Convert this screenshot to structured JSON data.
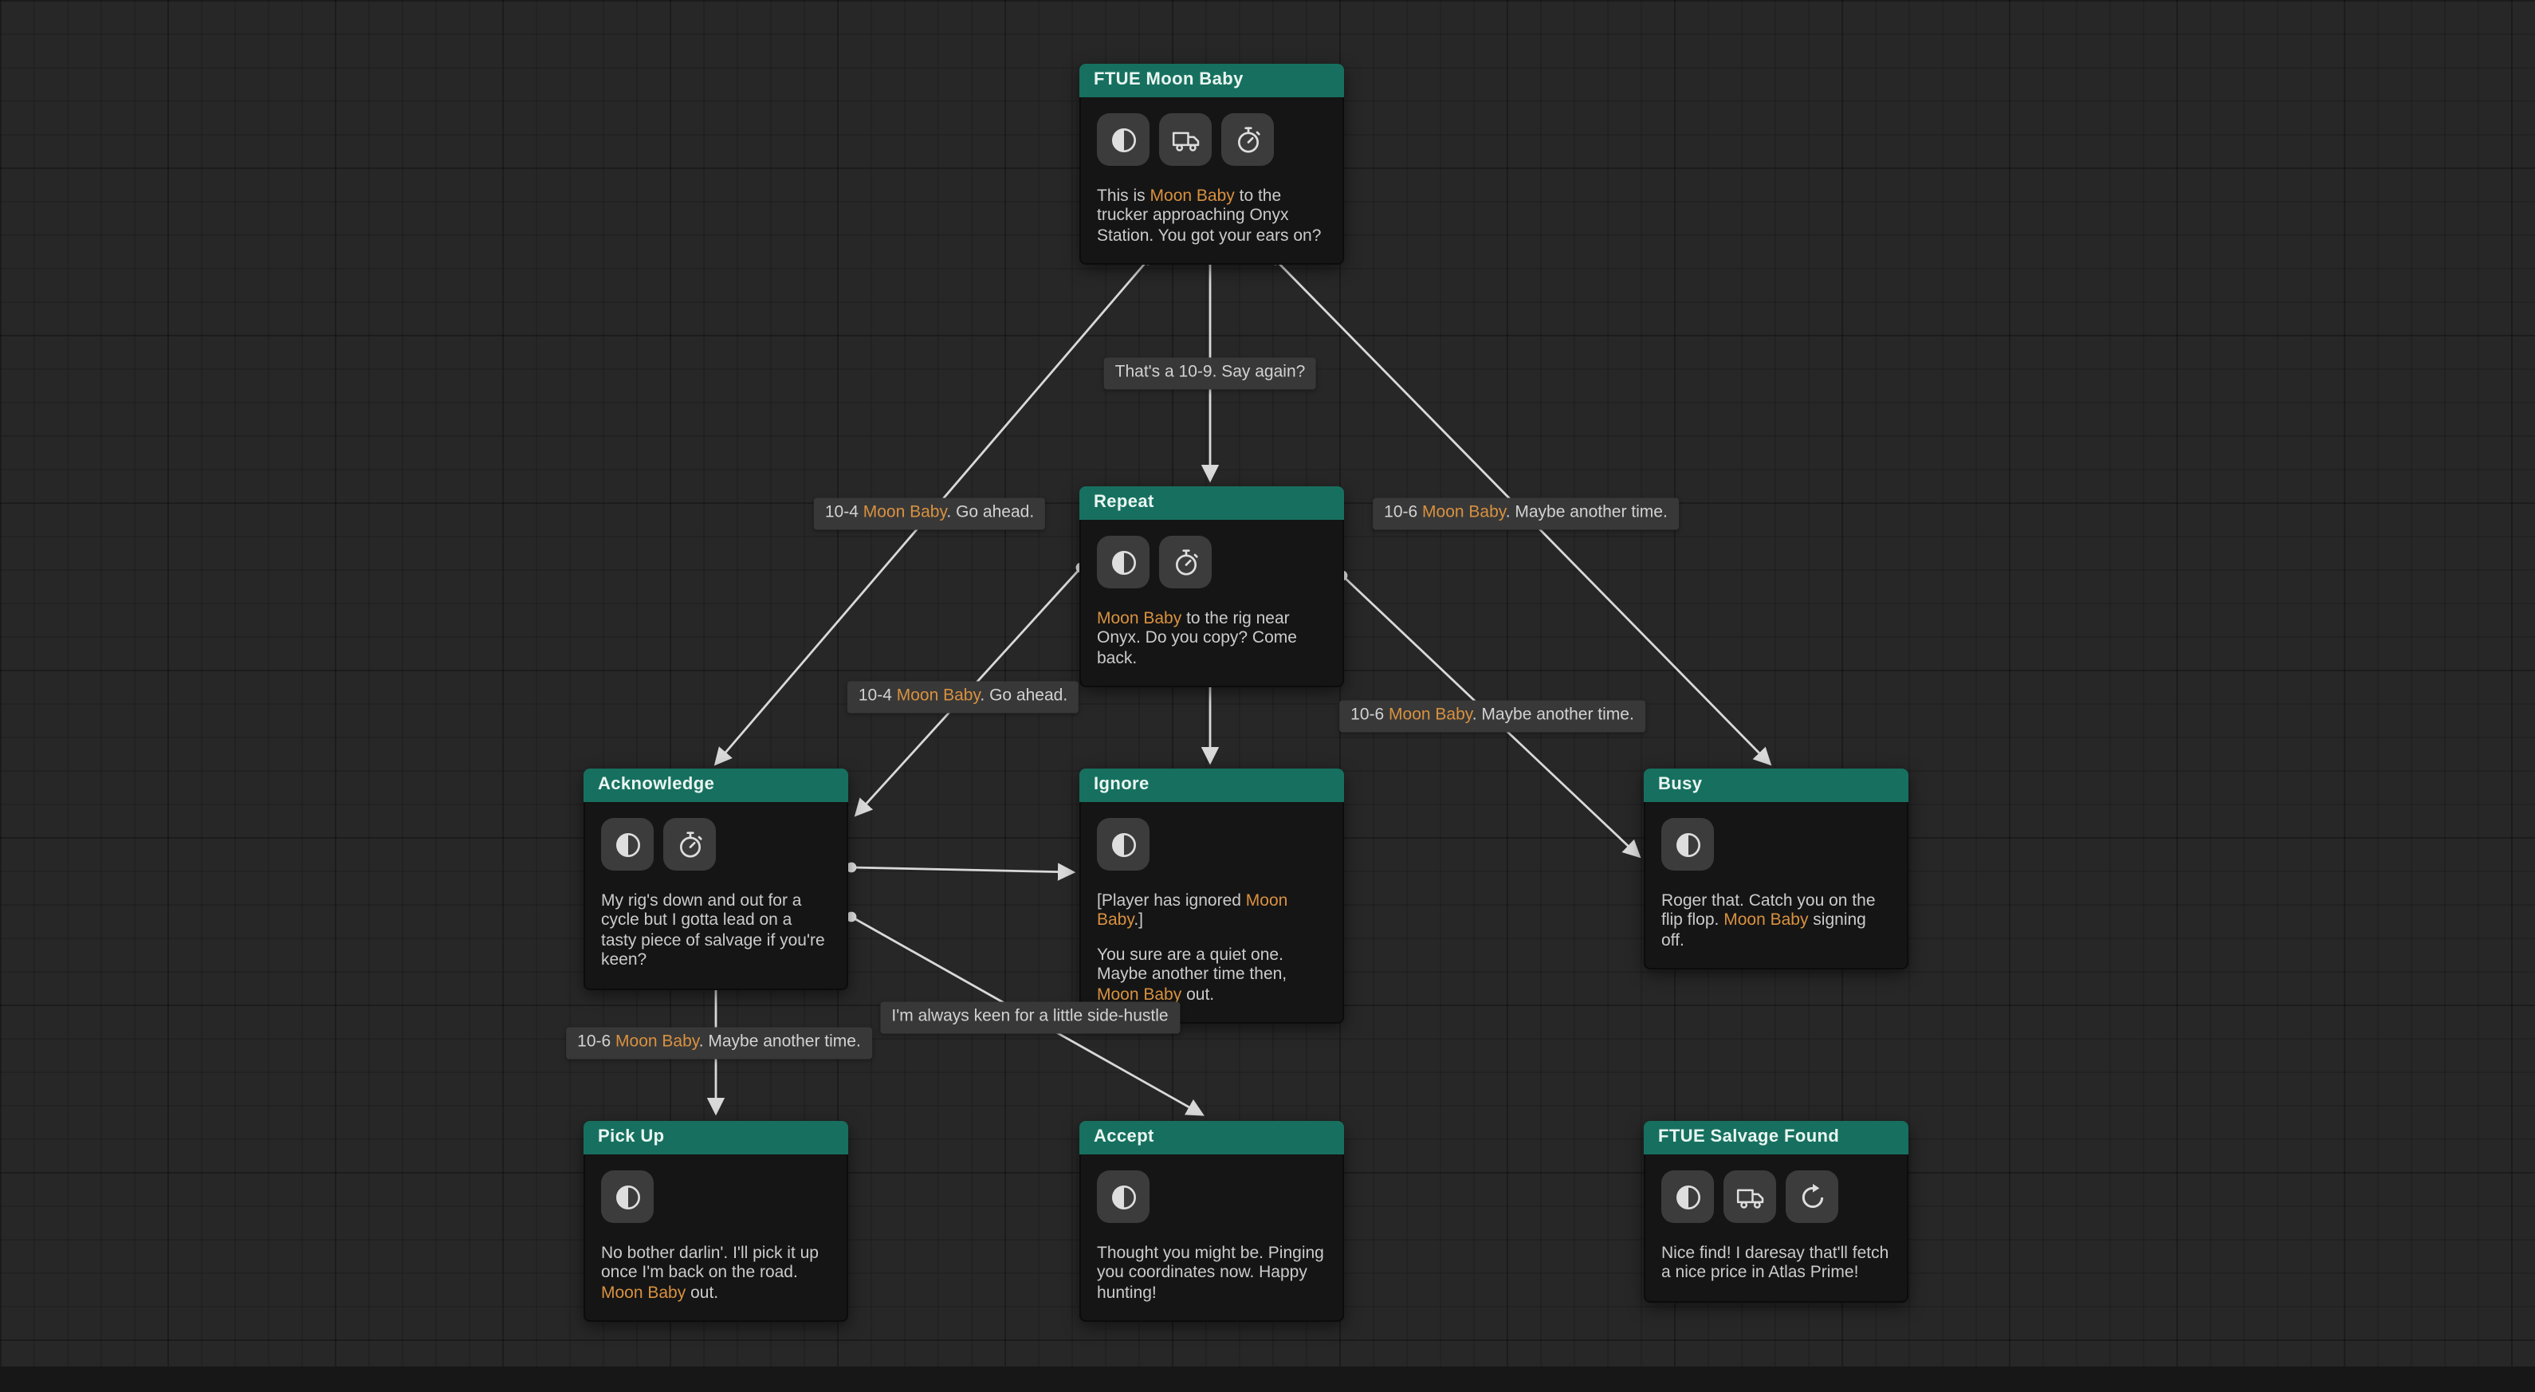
{
  "colors": {
    "background": "#272727",
    "node_header": "#17705f",
    "node_body": "#151515",
    "icon_tile": "#3c3c3c",
    "highlight": "#d9913f",
    "edge": "#d9d9d9",
    "label_bg": "#383838"
  },
  "nodes": [
    {
      "id": "ftue-moon-baby",
      "title": "FTUE Moon Baby",
      "icons": [
        "moon",
        "truck",
        "stopwatch"
      ],
      "paragraphs": [
        [
          {
            "t": "This is "
          },
          {
            "t": "Moon Baby",
            "hl": true
          },
          {
            "t": " to the trucker approaching Onyx Station. You got your ears on?"
          }
        ]
      ]
    },
    {
      "id": "repeat",
      "title": "Repeat",
      "icons": [
        "moon",
        "stopwatch"
      ],
      "paragraphs": [
        [
          {
            "t": "Moon Baby",
            "hl": true
          },
          {
            "t": " to the rig near Onyx. Do you copy? Come back."
          }
        ]
      ]
    },
    {
      "id": "acknowledge",
      "title": "Acknowledge",
      "icons": [
        "moon",
        "stopwatch"
      ],
      "paragraphs": [
        [
          {
            "t": "My rig's down and out for a cycle but I gotta lead on a tasty piece of salvage if you're keen?"
          }
        ]
      ]
    },
    {
      "id": "ignore",
      "title": "Ignore",
      "icons": [
        "moon"
      ],
      "paragraphs": [
        [
          {
            "t": "[Player has ignored "
          },
          {
            "t": "Moon Baby",
            "hl": true
          },
          {
            "t": ".]"
          }
        ],
        [
          {
            "t": "You sure are a quiet one. Maybe another time then, "
          },
          {
            "t": "Moon Baby",
            "hl": true
          },
          {
            "t": " out."
          }
        ]
      ]
    },
    {
      "id": "busy",
      "title": "Busy",
      "icons": [
        "moon"
      ],
      "paragraphs": [
        [
          {
            "t": "Roger that. Catch you on the flip flop. "
          },
          {
            "t": "Moon Baby",
            "hl": true
          },
          {
            "t": " signing off."
          }
        ]
      ]
    },
    {
      "id": "pick-up",
      "title": "Pick Up",
      "icons": [
        "moon"
      ],
      "paragraphs": [
        [
          {
            "t": "No bother darlin'. I'll pick it up once I'm back on the road. "
          },
          {
            "t": "Moon Baby",
            "hl": true
          },
          {
            "t": " out."
          }
        ]
      ]
    },
    {
      "id": "accept",
      "title": "Accept",
      "icons": [
        "moon"
      ],
      "paragraphs": [
        [
          {
            "t": "Thought you might be. Pinging you coordinates now. Happy hunting!"
          }
        ]
      ]
    },
    {
      "id": "ftue-salvage-found",
      "title": "FTUE Salvage Found",
      "icons": [
        "moon",
        "truck",
        "refresh"
      ],
      "paragraphs": [
        [
          {
            "t": "Nice find! I daresay that'll fetch a nice price in Atlas Prime!"
          }
        ]
      ]
    }
  ],
  "edges": [
    {
      "from": "ftue-moon-baby",
      "to": "acknowledge",
      "label": [
        {
          "t": "10-4 "
        },
        {
          "t": "Moon Baby",
          "hl": true
        },
        {
          "t": ". Go ahead."
        }
      ]
    },
    {
      "from": "ftue-moon-baby",
      "to": "repeat",
      "label": [
        {
          "t": "That's a 10-9. Say again?"
        }
      ]
    },
    {
      "from": "ftue-moon-baby",
      "to": "busy",
      "label": [
        {
          "t": "10-6 "
        },
        {
          "t": "Moon Baby",
          "hl": true
        },
        {
          "t": ". Maybe another time."
        }
      ]
    },
    {
      "from": "repeat",
      "to": "acknowledge",
      "label": [
        {
          "t": "10-4 "
        },
        {
          "t": "Moon Baby",
          "hl": true
        },
        {
          "t": ". Go ahead."
        }
      ]
    },
    {
      "from": "repeat",
      "to": "busy",
      "label": [
        {
          "t": "10-6 "
        },
        {
          "t": "Moon Baby",
          "hl": true
        },
        {
          "t": ". Maybe another time."
        }
      ]
    },
    {
      "from": "repeat",
      "to": "ignore",
      "label": null
    },
    {
      "from": "acknowledge",
      "to": "ignore",
      "label": null
    },
    {
      "from": "acknowledge",
      "to": "accept",
      "label": [
        {
          "t": "I'm always keen for a little side-hustle"
        }
      ]
    },
    {
      "from": "acknowledge",
      "to": "pick-up",
      "label": [
        {
          "t": "10-6 "
        },
        {
          "t": "Moon Baby",
          "hl": true
        },
        {
          "t": ". Maybe another time."
        }
      ]
    }
  ]
}
